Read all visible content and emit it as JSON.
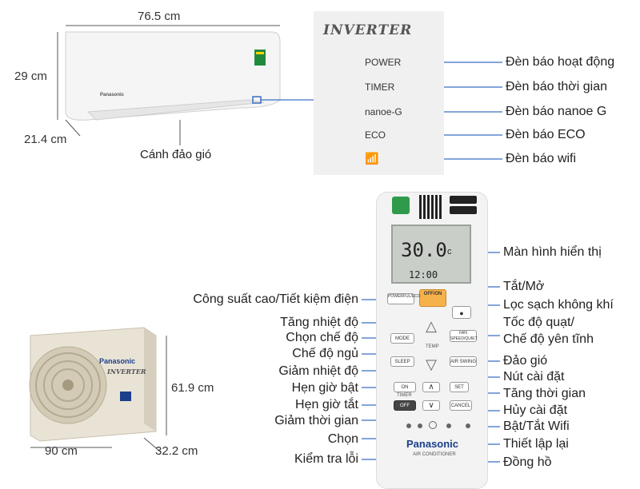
{
  "indoor_unit": {
    "width": "76.5 cm",
    "height": "29 cm",
    "depth": "21.4 cm",
    "flap_label": "Cánh đảo gió",
    "brand": "Panasonic"
  },
  "indicator_panel": {
    "logo": "INVERTER",
    "indicators": [
      {
        "text": "POWER",
        "label": "Đèn báo hoạt động"
      },
      {
        "text": "TIMER",
        "label": "Đèn báo thời gian"
      },
      {
        "text": "nanoe-G",
        "label": "Đèn báo nanoe G"
      },
      {
        "text": "ECO",
        "label": "Đèn báo ECO"
      },
      {
        "text": "",
        "icon": "wifi-icon",
        "label": "Đèn báo wifi"
      }
    ]
  },
  "outdoor_unit": {
    "width": "90 cm",
    "height": "61.9 cm",
    "depth": "32.2 cm",
    "brand": "Panasonic",
    "logo": "INVERTER"
  },
  "remote": {
    "display_temp": "30.0",
    "display_temp_unit": "c",
    "display_clock": "12:00",
    "brand": "Panasonic",
    "footer": "AIR CONDITIONER",
    "buttons": {
      "power": "OFF/ON",
      "powerful": "POWERFUL/ECO",
      "mode": "MODE",
      "sleep": "SLEEP",
      "fan": "FAN SPEED/QUIET",
      "swing": "AIR SWING",
      "temp": "TEMP",
      "timer_on": "ON",
      "timer_off": "OFF",
      "timer": "TIMER",
      "set": "SET",
      "cancel": "CANCEL"
    },
    "left_labels": [
      "Công suất cao/Tiết kiệm điện",
      "Tăng nhiệt độ",
      "Chọn chế độ",
      "Chế độ ngủ",
      "Giảm nhiệt độ",
      "Hẹn giờ bật",
      "Hẹn giờ tắt",
      "Giảm thời gian",
      "Chọn",
      "Kiểm tra lỗi"
    ],
    "right_labels": [
      "Màn hình hiển thị",
      "Tắt/Mở",
      "Lọc sạch không khí",
      "Tốc độ quạt/",
      "Chế độ yên tĩnh",
      "Đảo gió",
      "Nút cài đặt",
      "Tăng thời gian",
      "Hủy cài đặt",
      "Bật/Tắt Wifi",
      "Thiết lập lại",
      "Đồng hồ"
    ]
  },
  "colors": {
    "leader_line": "#3b6fc4",
    "dim_line": "#555555",
    "unit_body": "#f4f4f4",
    "outdoor_body": "#e8e2d4",
    "power_button": "#f6b24a"
  }
}
